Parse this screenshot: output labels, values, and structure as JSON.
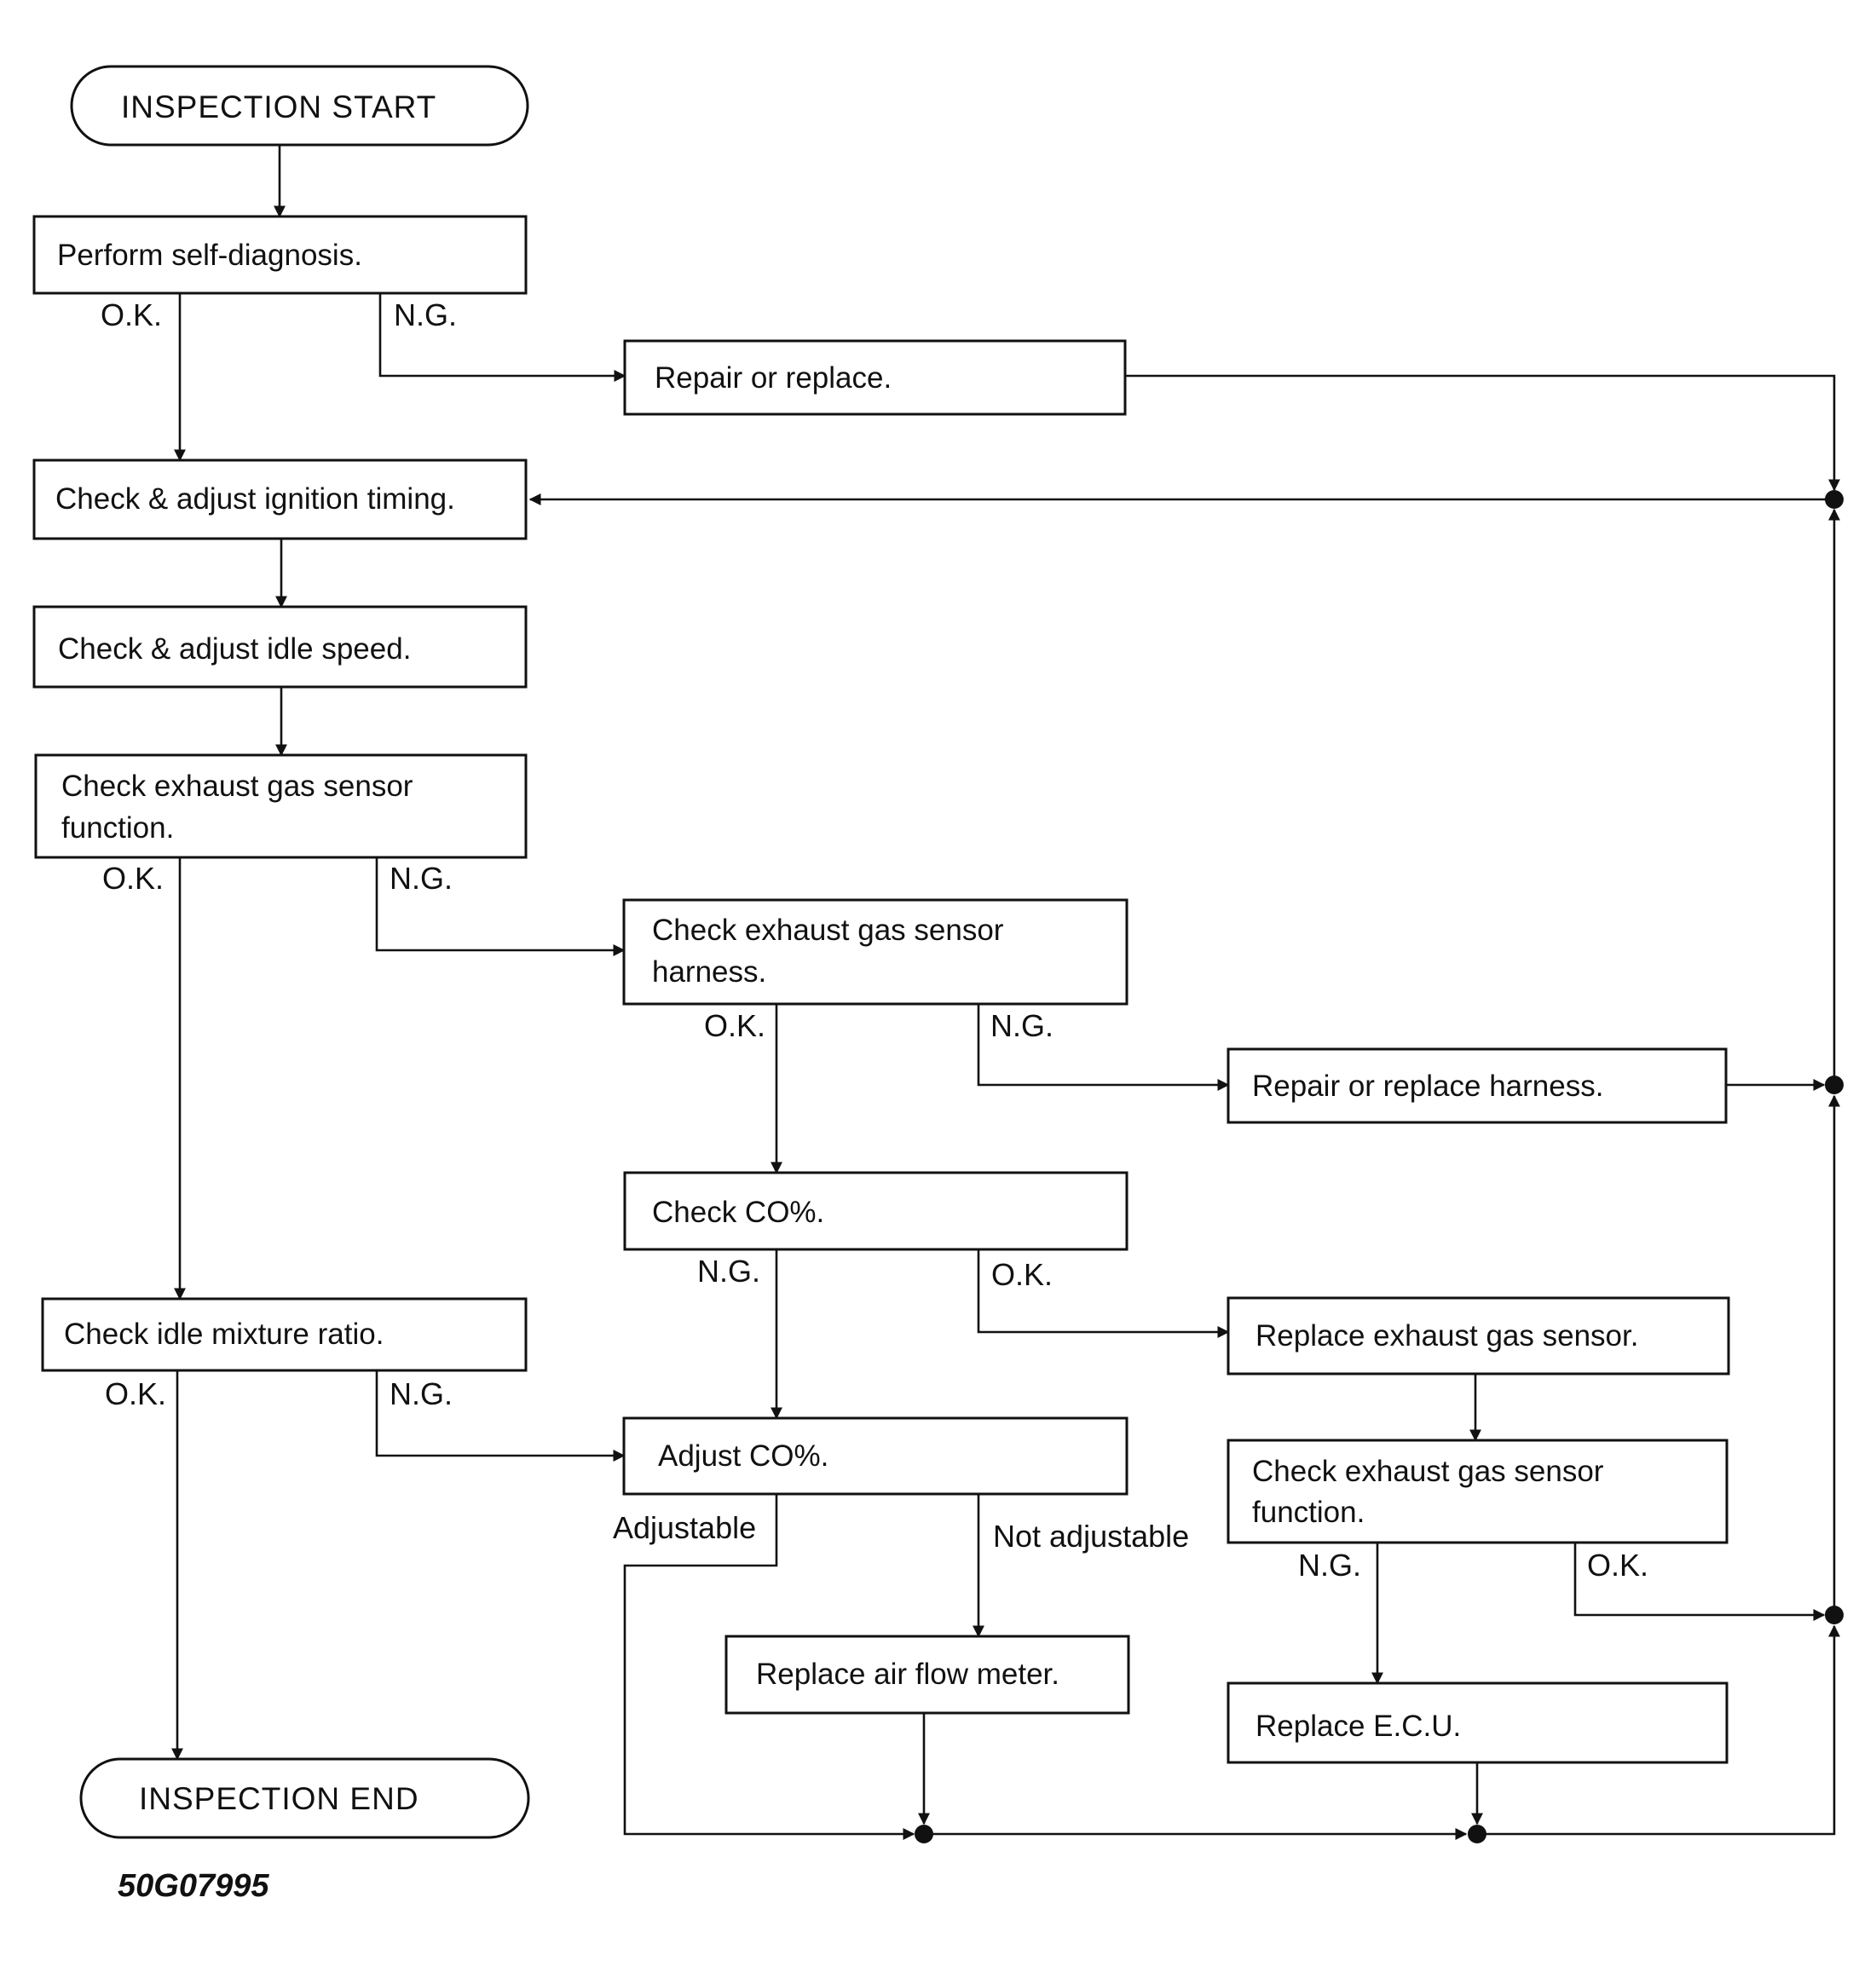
{
  "flowchart": {
    "start": "INSPECTION START",
    "end": "INSPECTION END",
    "figure_id": "50G07995",
    "steps": {
      "self_diagnosis": "Perform self-diagnosis.",
      "repair_or_replace": "Repair or replace.",
      "ignition_timing": "Check & adjust ignition timing.",
      "idle_speed": "Check & adjust idle speed.",
      "exhaust_sensor_function": [
        "Check exhaust gas sensor",
        "function."
      ],
      "exhaust_sensor_harness": [
        "Check exhaust gas sensor",
        "harness."
      ],
      "repair_harness": "Repair or replace harness.",
      "check_co": "Check CO%.",
      "idle_mixture": "Check idle mixture ratio.",
      "replace_exhaust_sensor": "Replace exhaust gas sensor.",
      "adjust_co": "Adjust CO%.",
      "exhaust_sensor_function_2": [
        "Check exhaust gas sensor",
        "function."
      ],
      "replace_afm": "Replace air flow meter.",
      "replace_ecu": "Replace E.C.U."
    },
    "labels": {
      "ok": "O.K.",
      "ng": "N.G.",
      "adjustable": "Adjustable",
      "not_adjustable": "Not adjustable"
    }
  }
}
